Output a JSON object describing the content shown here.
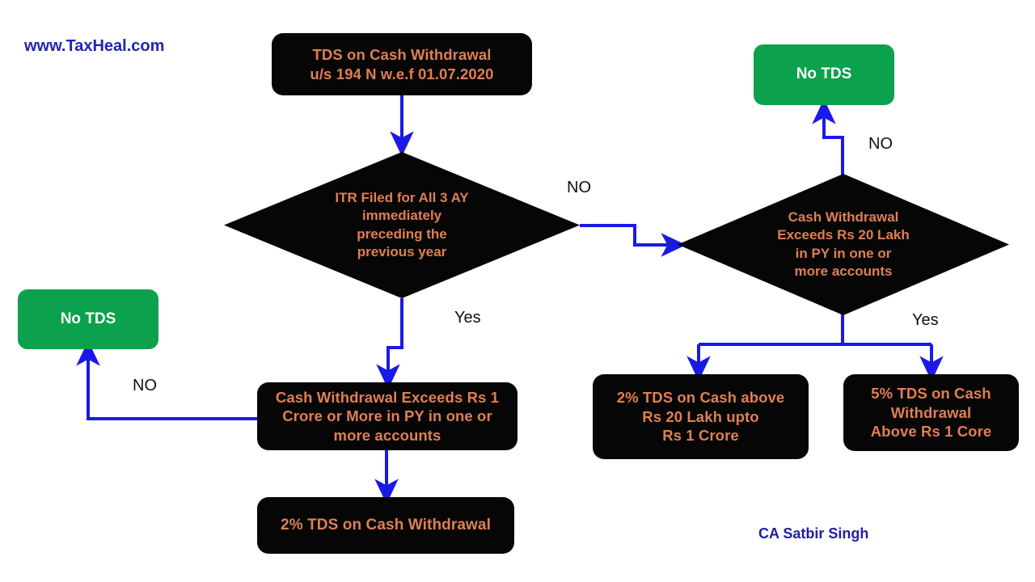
{
  "meta": {
    "watermark": "www.TaxHeal.com",
    "credit": "CA Satbir Singh",
    "colors": {
      "process_fill": "#060606",
      "process_text": "#e07f53",
      "terminal_fill": "#0ca14c",
      "terminal_text": "#ffffff",
      "connector": "#1a1ae6",
      "label_text": "#101010",
      "watermark_text": "#2323b5",
      "background": "#ffffff"
    }
  },
  "nodes": {
    "title_box": {
      "type": "process",
      "line1": "TDS on Cash Withdrawal",
      "line2": "u/s 194 N w.e.f 01.07.2020"
    },
    "decision_itr": {
      "type": "decision",
      "line1": "ITR Filed for All 3 AY",
      "line2": "immediately",
      "line3": "preceding the",
      "line4": "previous year"
    },
    "decision_20lakh": {
      "type": "decision",
      "line1": "Cash Withdrawal",
      "line2": "Exceeds Rs 20 Lakh",
      "line3": "in PY in one or",
      "line4": "more accounts"
    },
    "no_tds_top_right": {
      "type": "terminal",
      "label": "No TDS"
    },
    "no_tds_left": {
      "type": "terminal",
      "label": "No TDS"
    },
    "decision_1crore": {
      "type": "process",
      "line1": "Cash Withdrawal Exceeds Rs 1",
      "line2": "Crore or More in PY in one or",
      "line3": "more accounts"
    },
    "tds_2pct_withdrawal": {
      "type": "process",
      "line1": "2% TDS on Cash Withdrawal"
    },
    "tds_2pct_above20": {
      "type": "process",
      "line1": "2% TDS on Cash above",
      "line2": "Rs 20 Lakh upto",
      "line3": "Rs 1 Crore"
    },
    "tds_5pct_above1cr": {
      "type": "process",
      "line1": "5% TDS on Cash",
      "line2": "Withdrawal",
      "line3": "Above Rs 1 Core"
    }
  },
  "edge_labels": {
    "itr_no": "NO",
    "itr_yes": "Yes",
    "crore_no": "NO",
    "lakh_no": "NO",
    "lakh_yes": "Yes"
  }
}
